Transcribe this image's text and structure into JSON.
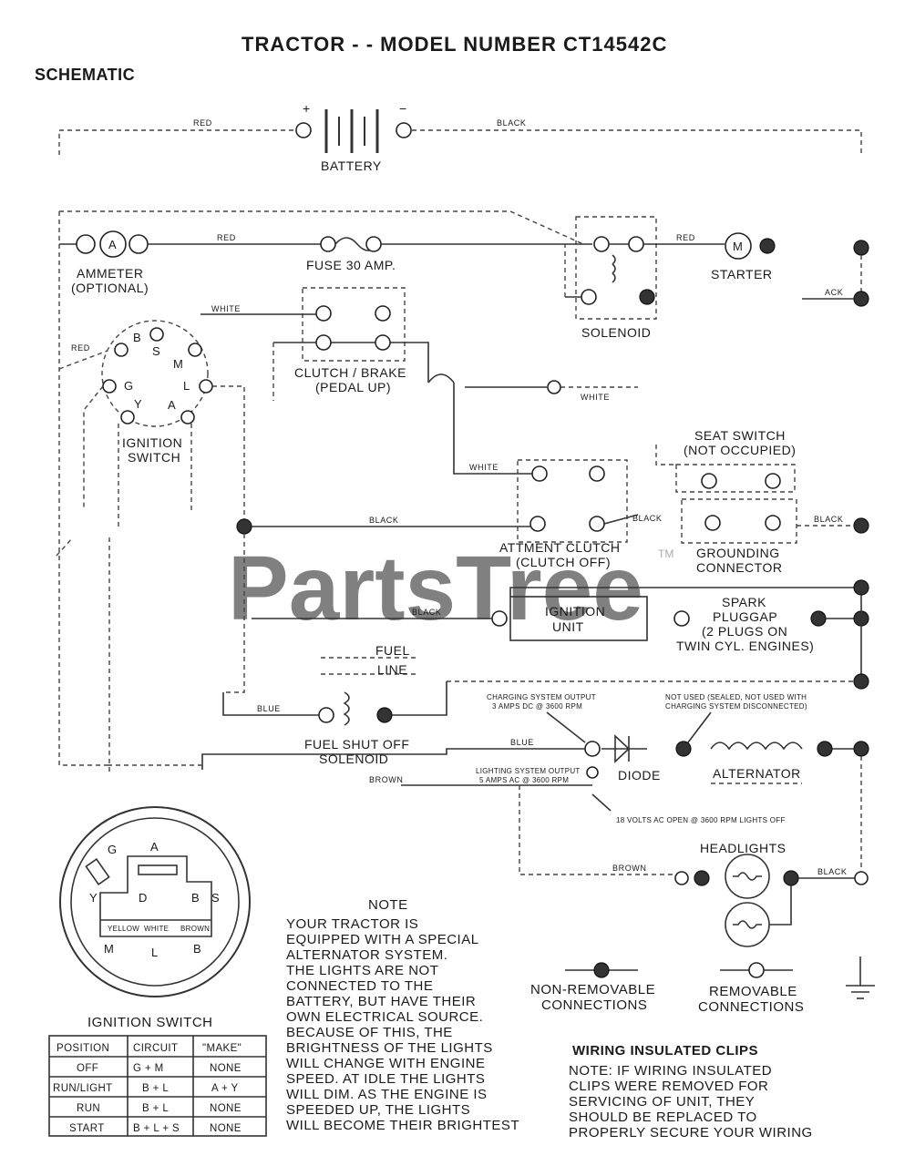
{
  "header": {
    "title": "TRACTOR - - MODEL NUMBER CT14542C",
    "subtitle": "SCHEMATIC"
  },
  "watermark": {
    "text": "PartsTree",
    "tm": "TM"
  },
  "components": {
    "battery": "BATTERY",
    "battery_pos": "+",
    "battery_neg": "−",
    "ammeter_a": "A",
    "ammeter": [
      "AMMETER",
      "(OPTIONAL)"
    ],
    "fuse": "FUSE 30 AMP.",
    "solenoid": "SOLENOID",
    "starter_m": "M",
    "starter": "STARTER",
    "clutch_brake": [
      "CLUTCH / BRAKE",
      "(PEDAL UP)"
    ],
    "ignition_switch": [
      "IGNITION",
      "SWITCH"
    ],
    "seat_switch": [
      "SEAT SWITCH",
      "(NOT OCCUPIED)"
    ],
    "attachment_clutch": [
      "ATTMENT CLUTCH",
      "(CLUTCH OFF)"
    ],
    "grounding_connector": [
      "GROUNDING",
      "CONNECTOR"
    ],
    "ignition_unit": [
      "IGNITION",
      "UNIT"
    ],
    "spark_plug": [
      "SPARK",
      "PLUGGAP",
      "(2 PLUGS ON",
      "TWIN CYL. ENGINES)"
    ],
    "fuel_line": [
      "FUEL",
      "LINE"
    ],
    "fuel_solenoid": [
      "FUEL SHUT OFF",
      "SOLENOID"
    ],
    "diode": "DIODE",
    "alternator": "ALTERNATOR",
    "headlights": "HEADLIGHTS"
  },
  "switch_pins": [
    "B",
    "S",
    "M",
    "L",
    "A",
    "Y",
    "G"
  ],
  "wire_labels": {
    "red": "RED",
    "black": "BLACK",
    "white": "WHITE",
    "blue": "BLUE",
    "brown": "BROWN",
    "black_short": "ACK"
  },
  "callouts": {
    "charging_output": [
      "CHARGING SYSTEM OUTPUT",
      "3 AMPS DC @ 3600 RPM"
    ],
    "lighting_output": [
      "LIGHTING SYSTEM OUTPUT",
      "5 AMPS AC @ 3600 RPM"
    ],
    "not_used": [
      "NOT USED (SEALED, NOT USED WITH",
      "CHARGING SYSTEM DISCONNECTED)"
    ],
    "volts_lights_off": "18 VOLTS AC OPEN @ 3600 RPM LIGHTS OFF"
  },
  "switch_face": {
    "pins_top": [
      "G",
      "A"
    ],
    "pins_mid": [
      "Y",
      "S"
    ],
    "pins_inner": [
      "D",
      "B"
    ],
    "pins_bottom": [
      "M",
      "L",
      "B"
    ],
    "inner_labels": [
      "YELLOW",
      "WHITE",
      "BROWN"
    ]
  },
  "ignition_table": {
    "title": "IGNITION SWITCH",
    "headers": [
      "POSITION",
      "CIRCUIT",
      "\"MAKE\""
    ],
    "rows": [
      [
        "OFF",
        "G + M",
        "NONE"
      ],
      [
        "RUN/LIGHT",
        "B + L",
        "A + Y"
      ],
      [
        "RUN",
        "B + L",
        "NONE"
      ],
      [
        "START",
        "B + L + S",
        "NONE"
      ]
    ]
  },
  "note": {
    "title": "NOTE",
    "lines": [
      "YOUR TRACTOR IS",
      "EQUIPPED WITH A SPECIAL",
      "ALTERNATOR SYSTEM.",
      "THE LIGHTS ARE NOT",
      "CONNECTED TO THE",
      "BATTERY, BUT HAVE THEIR",
      "OWN ELECTRICAL SOURCE.",
      "BECAUSE OF THIS, THE",
      "BRIGHTNESS OF THE LIGHTS",
      "WILL CHANGE WITH ENGINE",
      "SPEED. AT IDLE THE LIGHTS",
      "WILL DIM. AS THE ENGINE IS",
      "SPEEDED UP, THE LIGHTS",
      "WILL BECOME THEIR BRIGHTEST"
    ]
  },
  "legend": {
    "non_removable": [
      "NON-REMOVABLE",
      "CONNECTIONS"
    ],
    "removable": [
      "REMOVABLE",
      "CONNECTIONS"
    ]
  },
  "clips": {
    "title": "WIRING INSULATED CLIPS",
    "lines": [
      "NOTE: IF WIRING INSULATED",
      "CLIPS WERE REMOVED FOR",
      "SERVICING OF UNIT, THEY",
      "SHOULD BE REPLACED TO",
      "PROPERLY SECURE YOUR WIRING"
    ]
  }
}
